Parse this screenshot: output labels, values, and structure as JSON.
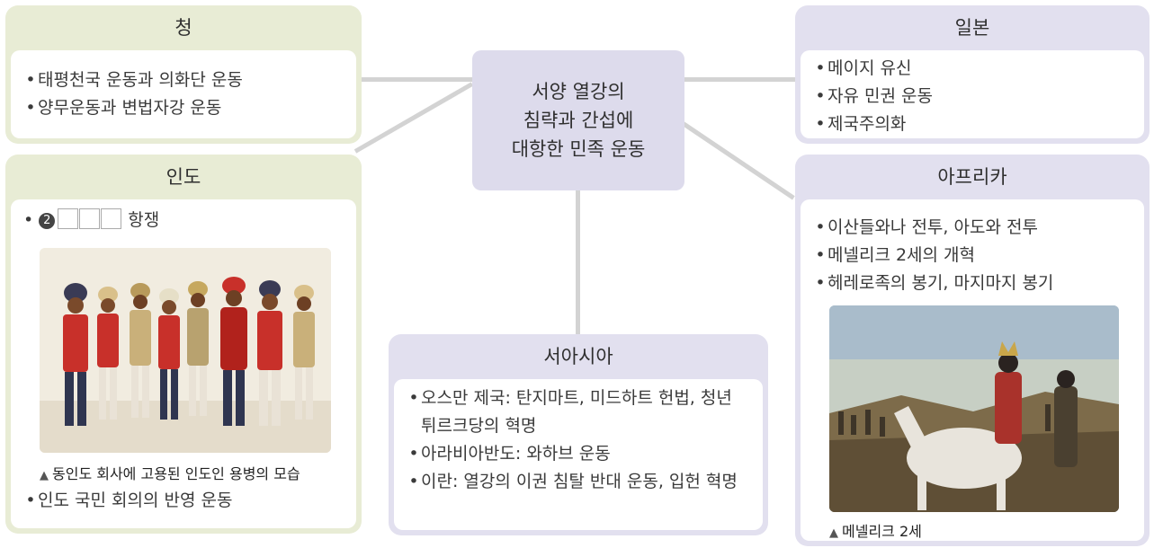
{
  "center": {
    "lines": [
      "서양 열강의",
      "침략과 간섭에",
      "대항한 민족 운동"
    ]
  },
  "qing": {
    "title": "청",
    "items": [
      "태평천국 운동과 의화단 운동",
      "양무운동과 변법자강 운동"
    ]
  },
  "japan": {
    "title": "일본",
    "items": [
      "메이지 유신",
      "자유 민권 운동",
      "제국주의화"
    ]
  },
  "india": {
    "title": "인도",
    "blank_item": {
      "number": "2",
      "suffix": "항쟁"
    },
    "photo_caption": "동인도 회사에 고용된 인도인 용병의 모습",
    "items": [
      "인도 국민 회의의 반영 운동"
    ]
  },
  "west_asia": {
    "title": "서아시아",
    "items": [
      "오스만 제국: 탄지마트, 미드하트 헌법, 청년 튀르크당의 혁명",
      "아라비아반도: 와하브 운동",
      "이란: 열강의 이권 침탈 반대 운동, 입헌 혁명"
    ]
  },
  "africa": {
    "title": "아프리카",
    "items": [
      "이산들와나 전투, 아도와 전투",
      "메넬리크 2세의 개혁",
      "헤레로족의 봉기, 마지마지 봉기"
    ],
    "photo_caption": "메넬리크 2세"
  },
  "colors": {
    "green_frame": "#e8ecd5",
    "lilac_frame": "#e2e0ef",
    "connector": "#d3d3d3"
  },
  "icons": {
    "caption_marker": "double-chevron-up-icon"
  }
}
